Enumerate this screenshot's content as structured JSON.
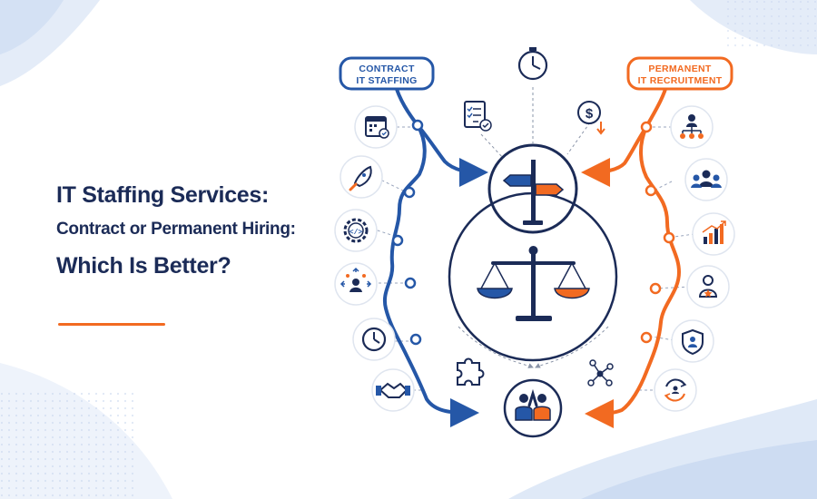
{
  "headline": {
    "line1": "IT Staffing Services:",
    "line2": "Contract or Permanent Hiring:",
    "line3": "Which Is Better?"
  },
  "contract_label": {
    "line1": "CONTRACT",
    "line2": "IT STAFFING"
  },
  "permanent_label": {
    "line1": "PERMANENT",
    "line2": "IT RECRUITMENT"
  },
  "left_icons": [
    "calendar-check-icon",
    "rocket-icon",
    "code-gear-icon",
    "scalable-people-icon",
    "clock-icon",
    "handshake-icon"
  ],
  "right_icons": [
    "org-chart-icon",
    "team-icon",
    "growth-chart-icon",
    "employee-award-icon",
    "shield-person-icon",
    "retention-cycle-icon"
  ],
  "top_icons": [
    "checklist-icon",
    "stopwatch-icon",
    "cost-dollar-icon"
  ],
  "center_icons": [
    "signpost-icon",
    "balance-scale-icon",
    "puzzle-icon",
    "network-icon",
    "collaboration-icon"
  ],
  "colors": {
    "navy": "#1b2b57",
    "blue": "#2557a7",
    "orange": "#f26a21",
    "wave": "#dbe6f6"
  }
}
